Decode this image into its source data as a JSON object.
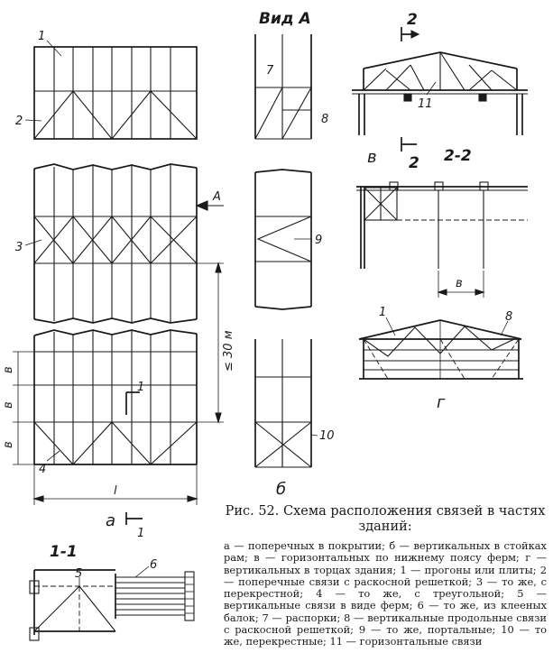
{
  "labels": {
    "n1": "1",
    "n2": "2",
    "n3": "3",
    "n4": "4",
    "n5": "5",
    "n6": "6",
    "n7": "7",
    "n8": "8",
    "n9": "9",
    "n10": "10",
    "n11": "11",
    "g_1": "1",
    "g_8": "8",
    "view_a": "Вид А",
    "arrow_a": "A",
    "dim_30": "≤ 30 м",
    "dim_l": "l",
    "dim_b": "в",
    "dim_b2": "в",
    "dim_b3": "в",
    "dim_b_frame": "в",
    "sec_2": "2",
    "sec_2b": "2",
    "sec_22": "2-2",
    "sec_11": "1-1",
    "sec_1a": "1",
    "sec_1b": "1",
    "letter_a": "а",
    "letter_b": "б",
    "letter_v": "в",
    "letter_g": "г"
  },
  "caption": {
    "title": "Рис. 52. Схема  расположения связей в частях зданий:",
    "body": "а — поперечных в покрытии; б — вертикальных в стойках рам; в — горизонтальных по нижнему поясу ферм; г — вертикальных в торцах здания; 1 — прогоны или плиты; 2 — поперечные связи с раскосной решеткой; 3 — то же, с перекрестной; 4 — то же, с треугольной; 5 — вертикальные связи в виде ферм; 6 — то же, из клееных балок; 7 — распорки; 8 — вертикальные продольные связи с раскосной решеткой; 9 — то же, портальные; 10 — то же, перекрестные; 11 — горизонтальные связи"
  }
}
